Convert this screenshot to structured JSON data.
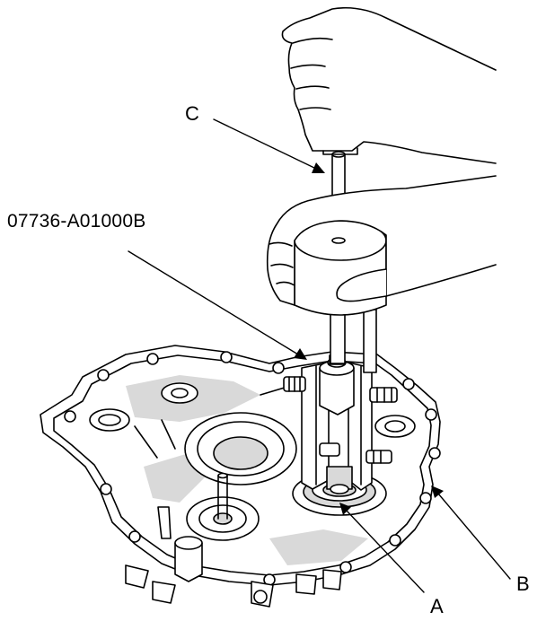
{
  "labels": {
    "c": "C",
    "tool_number": "07736-A01000B",
    "a": "A",
    "b": "B"
  },
  "colors": {
    "line": "#000000",
    "fill": "#ffffff",
    "shade": "#d9d9d9"
  }
}
